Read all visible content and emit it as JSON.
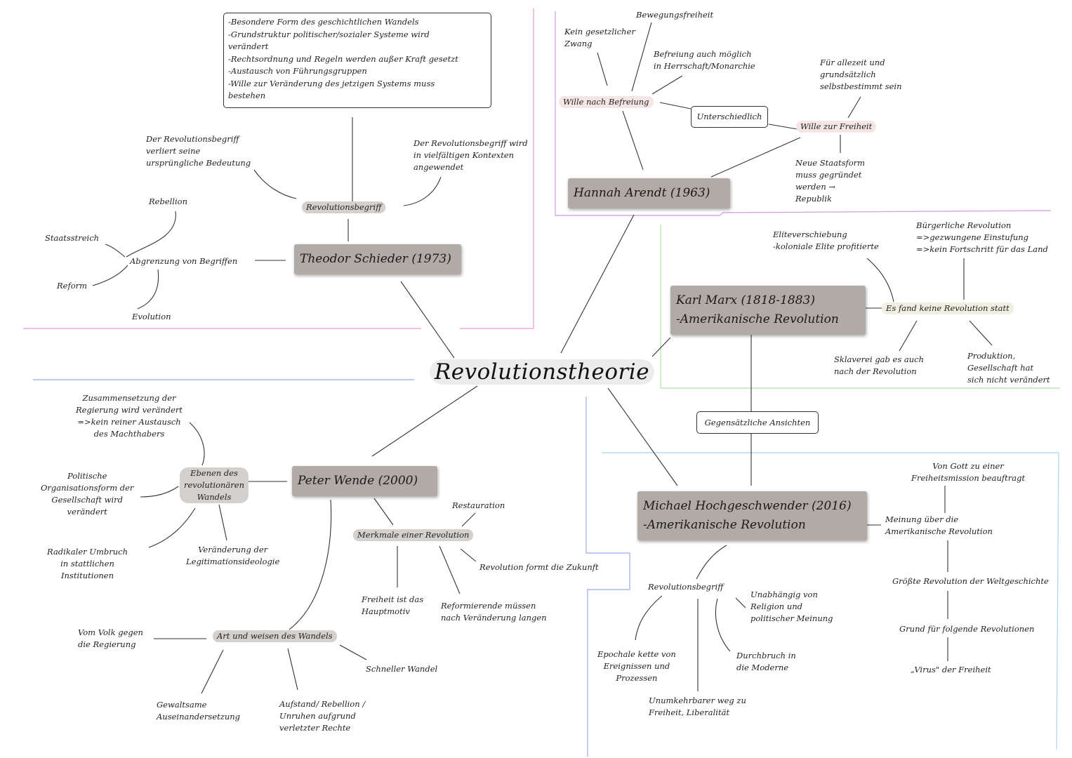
{
  "center": "Revolutionstheorie",
  "schieder": {
    "title": "Theodor Schieder (1973)",
    "box_lines": "-Besondere Form des geschichtlichen Wandels\n-Grundstruktur politischer/sozialer Systeme wird\nverändert\n-Rechtsordnung und Regeln werden außer Kraft gesetzt\n-Austausch von Führungsgruppen\n-Wille zur Veränderung des jetzigen Systems muss\nbestehen",
    "begriff": "Revolutionsbegriff",
    "begriff_left": "Der Revolutionsbegriff\nverliert seine\nursprüngliche Bedeutung",
    "begriff_right": "Der Revolutionsbegriff wird\nin vielfältigen Kontexten\nangewendet",
    "abgrenzung": "Abgrenzung von Begriffen",
    "rebellion": "Rebellion",
    "staatsstreich": "Staatsstreich",
    "reform": "Reform",
    "evolution": "Evolution"
  },
  "arendt": {
    "title": "Hannah Arendt (1963)",
    "wille_befreiung": "Wille nach Befreiung",
    "bewegungsfreiheit": "Bewegungsfreiheit",
    "kein_zwang": "Kein gesetzlicher\nZwang",
    "befreiung_moeglich": "Befreiung auch möglich\nin Herrschaft/Monarchie",
    "unterschiedlich": "Unterschiedlich",
    "wille_freiheit": "Wille zur Freiheit",
    "fuer_allezeit": "Für allezeit und\ngrundsätzlich\nselbstbestimmt sein",
    "neue_staatsform": "Neue Staatsform\nmuss gegründet\nwerden →\nRepublik"
  },
  "marx": {
    "title": "Karl Marx (1818-1883)\n-Amerikanische Revolution",
    "keine_revolution": "Es fand keine Revolution statt",
    "eliteverschiebung": "Eliteverschiebung\n-koloniale Elite profitierte",
    "buergerliche": "Bürgerliche Revolution\n=>gezwungene Einstufung\n=>kein Fortschritt für das Land",
    "sklaverei": "Sklaverei gab es auch\nnach der Revolution",
    "produktion": "Produktion,\nGesellschaft hat\nsich nicht verändert"
  },
  "gegensaetzlich": "Gegensätzliche Ansichten",
  "hochgeschwender": {
    "title": "Michael Hochgeschwender (2016)\n-Amerikanische Revolution",
    "meinung": "Meinung über die\nAmerikanische Revolution",
    "von_gott": "Von Gott zu einer\nFreiheitsmission beauftragt",
    "groesste": "Größte Revolution der Weltgeschichte",
    "grund": "Grund für folgende Revolutionen",
    "virus": "„Virus\" der Freiheit",
    "begriff": "Revolutionsbegriff",
    "unabhaengig": "Unabhängig von\nReligion und\npolitischer Meinung",
    "epochale": "Epochale kette von\nEreignissen und\nProzessen",
    "durchbruch": "Durchbruch in\ndie Moderne",
    "unumkehrbar": "Unumkehrbarer weg zu\nFreiheit, Liberalität"
  },
  "wende": {
    "title": "Peter Wende (2000)",
    "ebenen": "Ebenen des\nrevolutionären\nWandels",
    "zusammensetzung": "Zusammensetzung der\nRegierung wird verändert\n=>kein reiner Austausch\ndes Machthabers",
    "politische": "Politische\nOrganisationsform der\nGesellschaft wird\nverändert",
    "radikaler": "Radikaler Umbruch\nin stattlichen\nInstitutionen",
    "veraenderung": "Veränderung der\nLegitimationsideologie",
    "merkmale": "Merkmale einer Revolution",
    "restauration": "Restauration",
    "formt": "Revolution formt die Zukunft",
    "freiheit_motiv": "Freiheit ist das\nHauptmotiv",
    "reformierende": "Reformierende müssen\nnach Veränderung langen",
    "art": "Art und weisen des Wandels",
    "vom_volk": "Vom Volk gegen\ndie Regierung",
    "schneller": "Schneller Wandel",
    "gewaltsame": "Gewaltsame\nAuseinandersetzung",
    "aufstand": "Aufstand/ Rebellion /\nUnruhen aufgrund\nverletzter Rechte"
  },
  "colors": {
    "pink": "#e9a8e0",
    "violet": "#d7a7ea",
    "green": "#b9e8b0",
    "blue": "#a9b8e8",
    "cyan": "#b5dcef",
    "node_bg": "#b1aaa6"
  }
}
